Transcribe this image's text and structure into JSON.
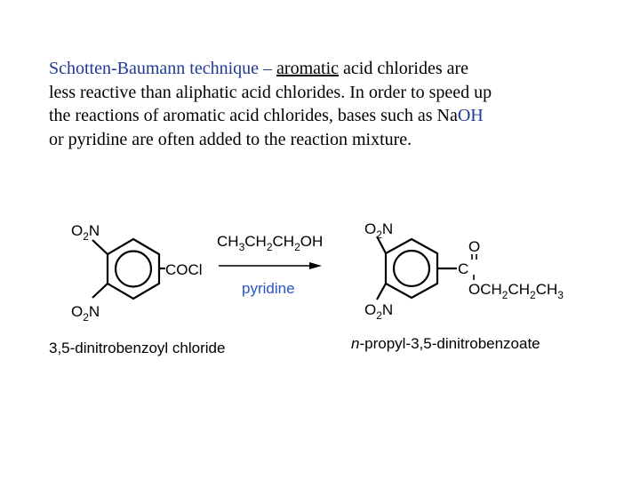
{
  "paragraph": {
    "p1": "Schotten-Baumann technique – ",
    "p2": "aromatic",
    "p3": " acid chlorides are",
    "p4": "less reactive than aliphatic acid chlorides.  In order to speed up",
    "p5": "the reactions of aromatic acid chlorides, bases such as Na",
    "p6": "OH",
    "p7": "or pyridine are often added to the reaction mixture."
  },
  "colors": {
    "accent_blue": "#1f3a93",
    "arrow_label": "#2b55c8"
  },
  "reactant": {
    "no2_top": {
      "main": "O",
      "sub": "2",
      "tail": "N"
    },
    "no2_bottom": {
      "main": "O",
      "sub": "2",
      "tail": "N"
    },
    "cocl": "COCl",
    "name": "3,5-dinitrobenzoyl chloride"
  },
  "reagent": {
    "ch3": "CH",
    "s1": "3",
    "ch2a": "CH",
    "s2": "2",
    "ch2b": "CH",
    "s3": "2",
    "oh": "OH",
    "catalyst": "pyridine"
  },
  "product": {
    "no2_top": {
      "main": "O",
      "sub": "2",
      "tail": "N"
    },
    "no2_bottom": {
      "main": "O",
      "sub": "2",
      "tail": "N"
    },
    "carbonyl_o": "O",
    "carbonyl_c": "C",
    "ester": {
      "a": "OCH",
      "s1": "2",
      "b": "CH",
      "s2": "2",
      "c": "CH",
      "s3": "3"
    },
    "name_italic": "n",
    "name_rest": "-propyl-3,5-dinitrobenzoate"
  }
}
